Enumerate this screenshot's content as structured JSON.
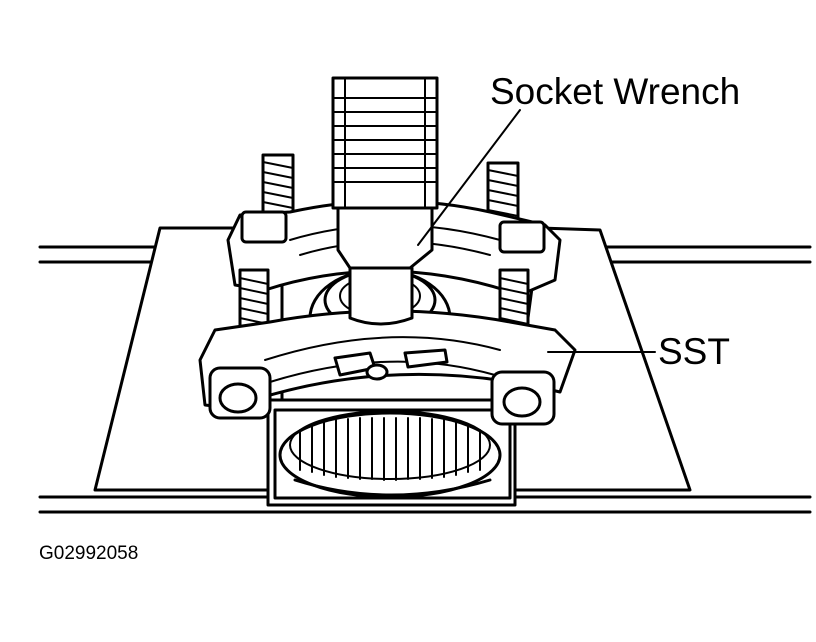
{
  "labels": {
    "socket_wrench": "Socket Wrench",
    "sst": "SST"
  },
  "figure_code": "G02992058",
  "colors": {
    "ink": "#000000",
    "paper": "#ffffff"
  }
}
